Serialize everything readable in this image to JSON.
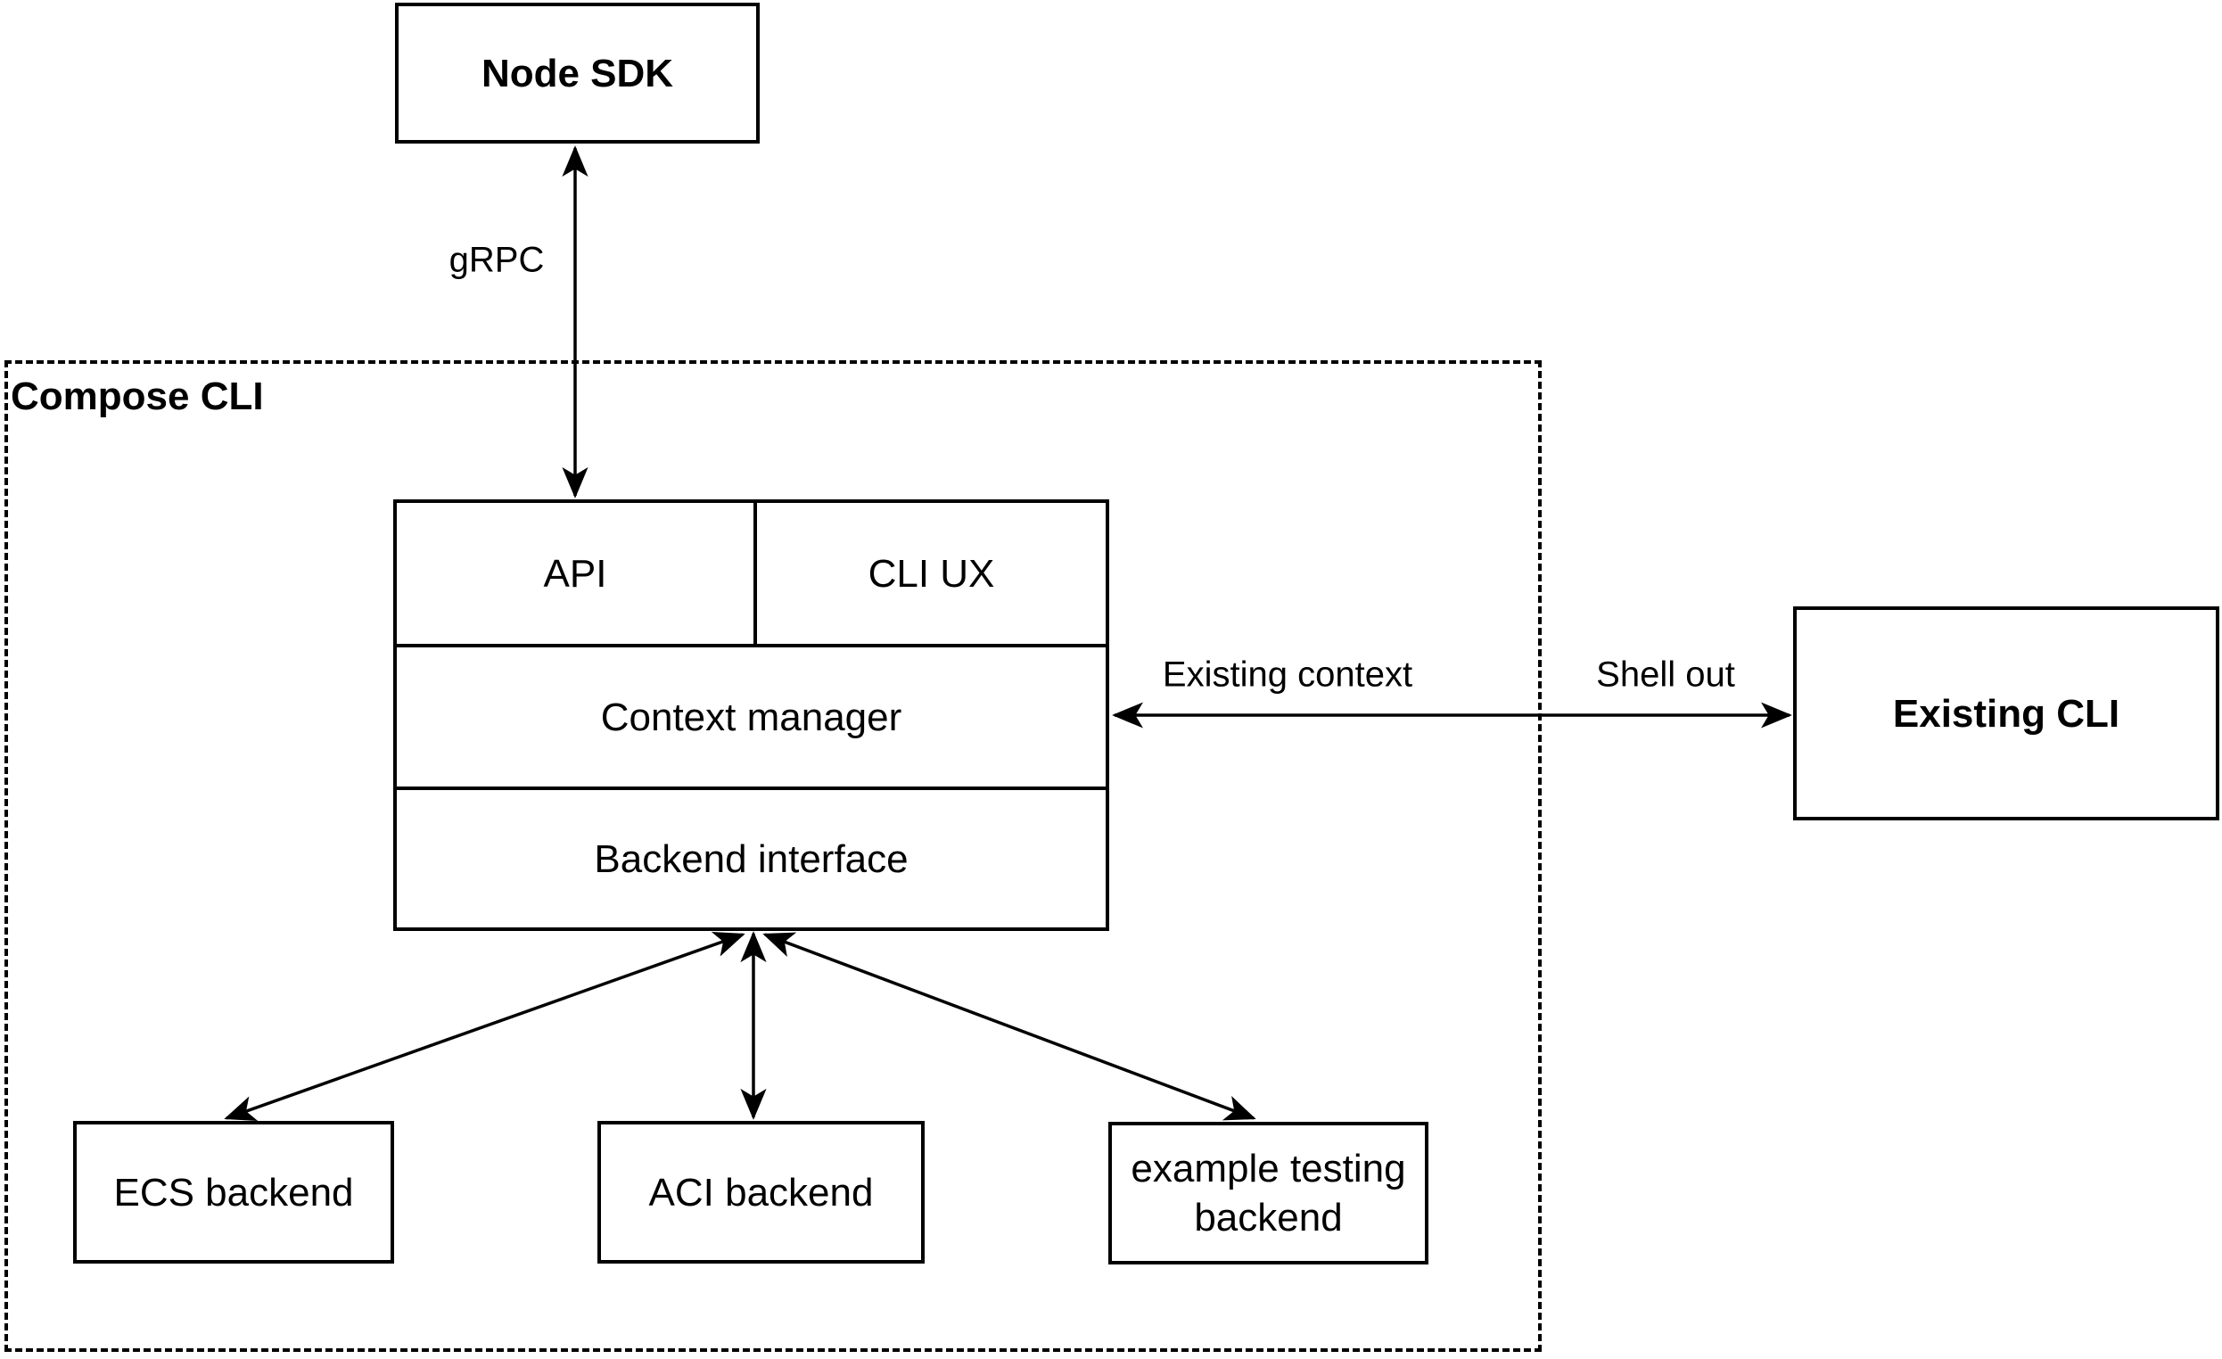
{
  "diagram": {
    "title_group": {
      "compose_cli": "Compose CLI"
    },
    "nodes": {
      "node_sdk": {
        "label": "Node SDK"
      },
      "api": {
        "label": "API"
      },
      "cli_ux": {
        "label": "CLI UX"
      },
      "context_manager": {
        "label": "Context manager"
      },
      "backend_interface": {
        "label": "Backend interface"
      },
      "existing_cli": {
        "label": "Existing CLI"
      },
      "ecs_backend": {
        "label": "ECS backend"
      },
      "aci_backend": {
        "label": "ACI backend"
      },
      "example_testing_backend": {
        "label": "example testing backend"
      }
    },
    "edges": {
      "grpc": {
        "label": "gRPC"
      },
      "existing_context": {
        "label": "Existing context"
      },
      "shell_out": {
        "label": "Shell out"
      }
    },
    "colors": {
      "stroke": "#000000",
      "background": "#ffffff"
    }
  }
}
